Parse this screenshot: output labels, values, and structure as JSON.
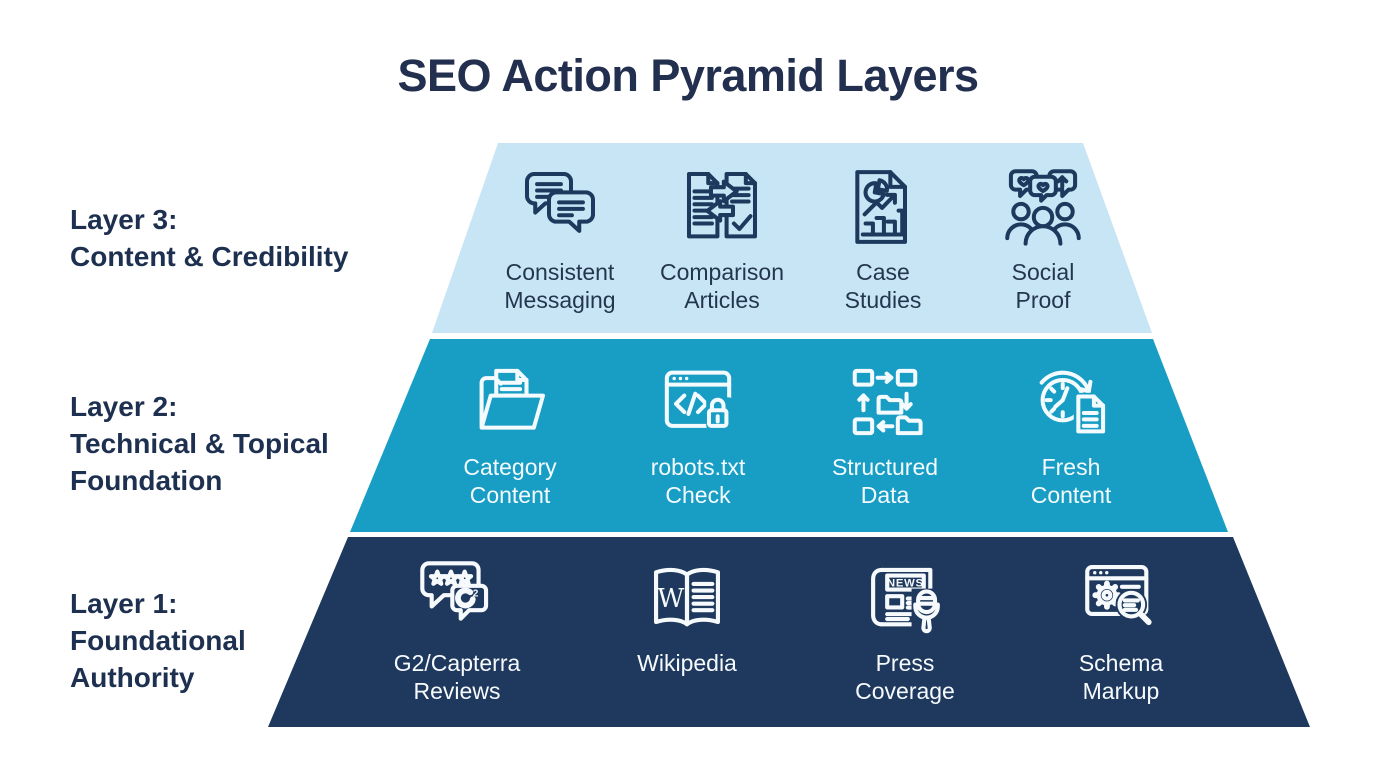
{
  "title": "SEO Action Pyramid Layers",
  "colors": {
    "page_bg": "#ffffff",
    "title_text": "#232f4f",
    "side_label_text": "#1e3050",
    "layer3_bg": "#c8e5f5",
    "layer2_bg": "#189dc5",
    "layer1_bg": "#1e395d",
    "layer3_content": "#1d3a5e",
    "light_content": "#f7fafd"
  },
  "layers": [
    {
      "name": "Layer 3",
      "side_label": {
        "line1": "Layer 3:",
        "line2": "Content & Credibility",
        "line3": ""
      },
      "items": [
        {
          "icon": "chat-bubbles-icon",
          "line1": "Consistent",
          "line2": "Messaging"
        },
        {
          "icon": "comparison-documents-icon",
          "line1": "Comparison",
          "line2": "Articles"
        },
        {
          "icon": "chart-document-icon",
          "line1": "Case",
          "line2": "Studies"
        },
        {
          "icon": "people-reactions-icon",
          "line1": "Social",
          "line2": "Proof"
        }
      ]
    },
    {
      "name": "Layer 2",
      "side_label": {
        "line1": "Layer 2:",
        "line2": "Technical & Topical",
        "line3": "Foundation"
      },
      "items": [
        {
          "icon": "folder-document-icon",
          "line1": "Category",
          "line2": "Content"
        },
        {
          "icon": "code-window-lock-icon",
          "line1": "robots.txt",
          "line2": "Check"
        },
        {
          "icon": "flowchart-boxes-icon",
          "line1": "Structured",
          "line2": "Data"
        },
        {
          "icon": "clock-refresh-document-icon",
          "line1": "Fresh",
          "line2": "Content"
        }
      ]
    },
    {
      "name": "Layer 1",
      "side_label": {
        "line1": "Layer 1:",
        "line2": "Foundational",
        "line3": "Authority"
      },
      "items": [
        {
          "icon": "review-stars-bubble-icon",
          "line1": "G2/Capterra",
          "line2": "Reviews"
        },
        {
          "icon": "open-book-icon",
          "line1": "Wikipedia",
          "line2": ""
        },
        {
          "icon": "newspaper-microphone-icon",
          "line1": "Press",
          "line2": "Coverage"
        },
        {
          "icon": "browser-gear-magnifier-icon",
          "line1": "Schema",
          "line2": "Markup"
        }
      ]
    }
  ],
  "icon_texts": {
    "news_masthead": "NEWS",
    "wikipedia_letter": "W",
    "g2_superscript": "2"
  }
}
